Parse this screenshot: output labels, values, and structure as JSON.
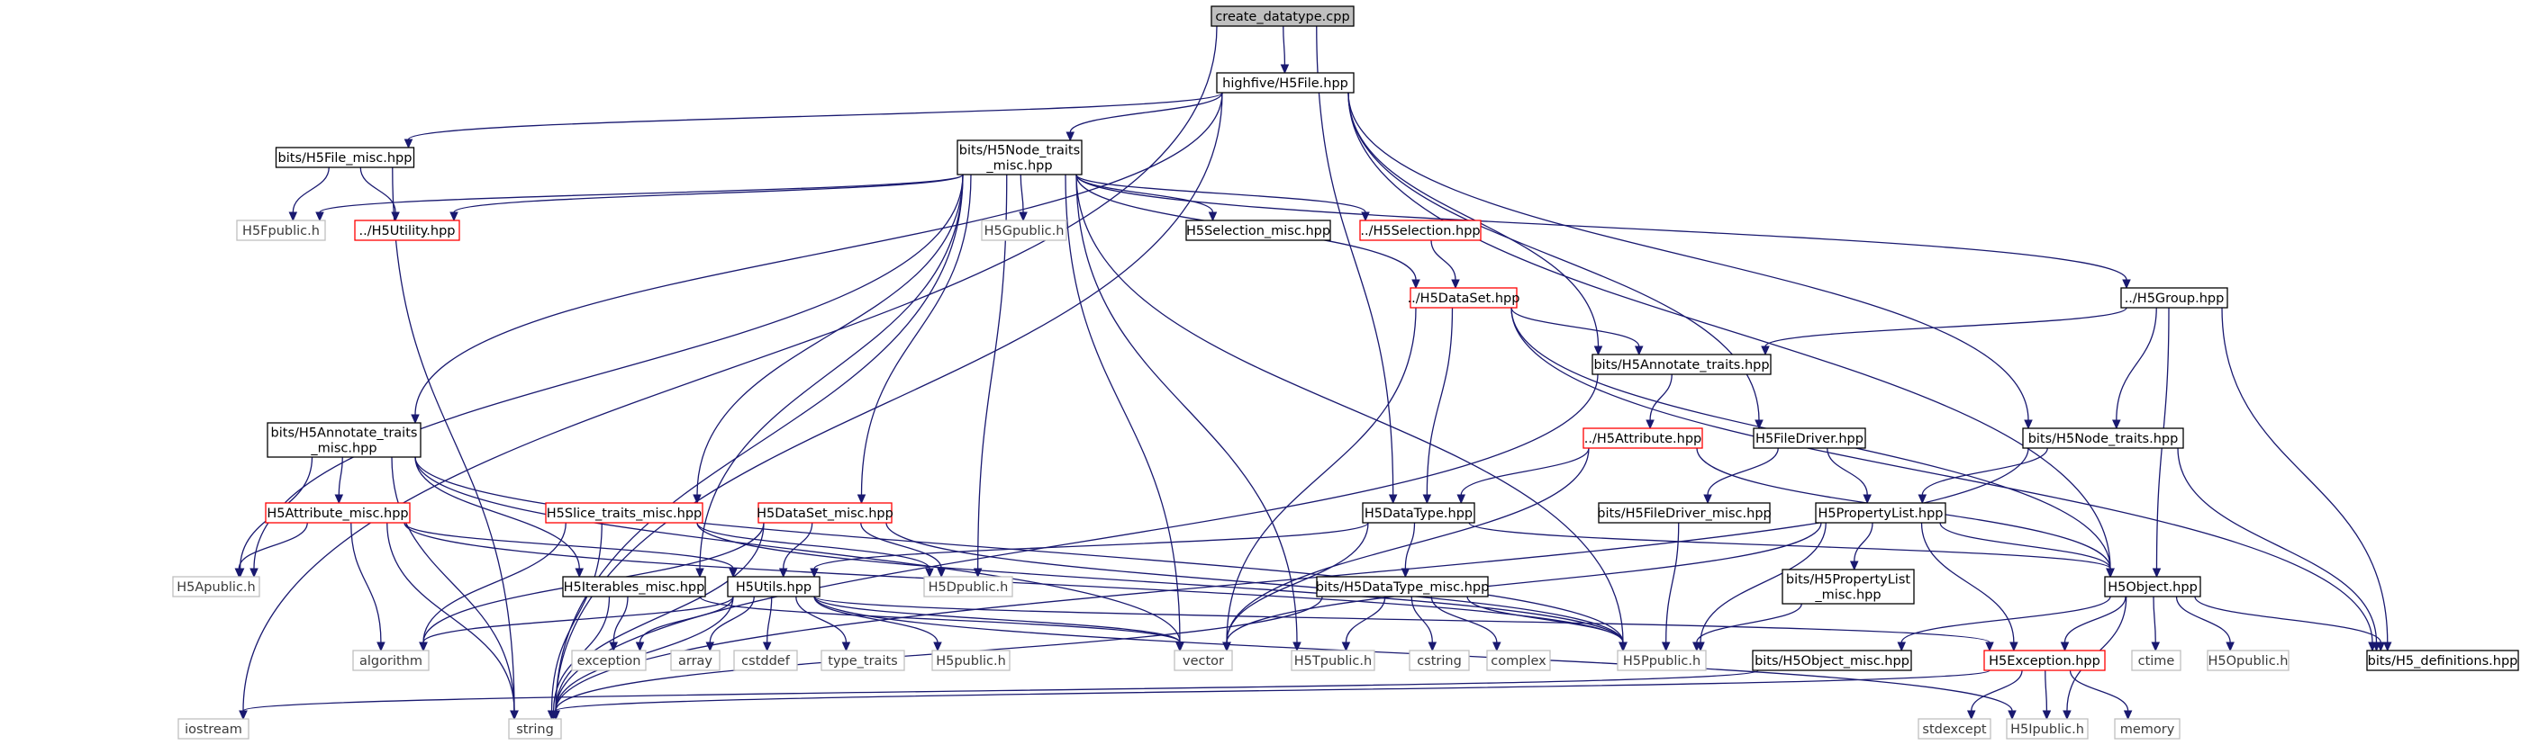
{
  "graph": {
    "title": "create_datatype.cpp",
    "nodes": [
      {
        "id": "create",
        "lines": [
          "create_datatype.cpp"
        ],
        "style": "root"
      },
      {
        "id": "h5file",
        "lines": [
          "highfive/H5File.hpp"
        ],
        "style": "normal"
      },
      {
        "id": "filemisc",
        "lines": [
          "bits/H5File_misc.hpp"
        ],
        "style": "normal"
      },
      {
        "id": "nodetraitsmisc",
        "lines": [
          "bits/H5Node_traits",
          "_misc.hpp"
        ],
        "style": "normal"
      },
      {
        "id": "h5fpublic",
        "lines": [
          "H5Fpublic.h"
        ],
        "style": "ext"
      },
      {
        "id": "h5utility",
        "lines": [
          "../H5Utility.hpp"
        ],
        "style": "red"
      },
      {
        "id": "h5gpublic",
        "lines": [
          "H5Gpublic.h"
        ],
        "style": "ext"
      },
      {
        "id": "selmisc",
        "lines": [
          "H5Selection_misc.hpp"
        ],
        "style": "normal"
      },
      {
        "id": "h5selection",
        "lines": [
          "../H5Selection.hpp"
        ],
        "style": "red"
      },
      {
        "id": "h5dataset",
        "lines": [
          "../H5DataSet.hpp"
        ],
        "style": "red"
      },
      {
        "id": "h5group",
        "lines": [
          "../H5Group.hpp"
        ],
        "style": "normal"
      },
      {
        "id": "annotatetraits",
        "lines": [
          "bits/H5Annotate_traits.hpp"
        ],
        "style": "normal"
      },
      {
        "id": "annotatetraitsmisc",
        "lines": [
          "bits/H5Annotate_traits",
          "_misc.hpp"
        ],
        "style": "normal"
      },
      {
        "id": "h5attribute",
        "lines": [
          "../H5Attribute.hpp"
        ],
        "style": "red"
      },
      {
        "id": "h5filedriver",
        "lines": [
          "H5FileDriver.hpp"
        ],
        "style": "normal"
      },
      {
        "id": "nodetraits",
        "lines": [
          "bits/H5Node_traits.hpp"
        ],
        "style": "normal"
      },
      {
        "id": "attrmisc",
        "lines": [
          "H5Attribute_misc.hpp"
        ],
        "style": "red"
      },
      {
        "id": "slicetraitsmisc",
        "lines": [
          "H5Slice_traits_misc.hpp"
        ],
        "style": "red"
      },
      {
        "id": "datasetmisc",
        "lines": [
          "H5DataSet_misc.hpp"
        ],
        "style": "red"
      },
      {
        "id": "h5datatype",
        "lines": [
          "H5DataType.hpp"
        ],
        "style": "normal"
      },
      {
        "id": "filedrivermisc",
        "lines": [
          "bits/H5FileDriver_misc.hpp"
        ],
        "style": "normal"
      },
      {
        "id": "h5propertylist",
        "lines": [
          "H5PropertyList.hpp"
        ],
        "style": "normal"
      },
      {
        "id": "h5apublic",
        "lines": [
          "H5Apublic.h"
        ],
        "style": "ext"
      },
      {
        "id": "iterablesmisc",
        "lines": [
          "H5Iterables_misc.hpp"
        ],
        "style": "normal"
      },
      {
        "id": "h5utils",
        "lines": [
          "H5Utils.hpp"
        ],
        "style": "normal"
      },
      {
        "id": "h5dpublic",
        "lines": [
          "H5Dpublic.h"
        ],
        "style": "ext"
      },
      {
        "id": "datatypemisc",
        "lines": [
          "bits/H5DataType_misc.hpp"
        ],
        "style": "normal"
      },
      {
        "id": "proplistmisc",
        "lines": [
          "bits/H5PropertyList",
          "_misc.hpp"
        ],
        "style": "normal"
      },
      {
        "id": "h5object",
        "lines": [
          "H5Object.hpp"
        ],
        "style": "normal"
      },
      {
        "id": "algorithm",
        "lines": [
          "algorithm"
        ],
        "style": "ext"
      },
      {
        "id": "exception",
        "lines": [
          "exception"
        ],
        "style": "ext"
      },
      {
        "id": "array",
        "lines": [
          "array"
        ],
        "style": "ext"
      },
      {
        "id": "cstddef",
        "lines": [
          "cstddef"
        ],
        "style": "ext"
      },
      {
        "id": "type_traits",
        "lines": [
          "type_traits"
        ],
        "style": "ext"
      },
      {
        "id": "h5public",
        "lines": [
          "H5public.h"
        ],
        "style": "ext"
      },
      {
        "id": "vector",
        "lines": [
          "vector"
        ],
        "style": "ext"
      },
      {
        "id": "h5tpublic",
        "lines": [
          "H5Tpublic.h"
        ],
        "style": "ext"
      },
      {
        "id": "cstring",
        "lines": [
          "cstring"
        ],
        "style": "ext"
      },
      {
        "id": "complex",
        "lines": [
          "complex"
        ],
        "style": "ext"
      },
      {
        "id": "h5ppublic",
        "lines": [
          "H5Ppublic.h"
        ],
        "style": "ext"
      },
      {
        "id": "objectmisc",
        "lines": [
          "bits/H5Object_misc.hpp"
        ],
        "style": "normal"
      },
      {
        "id": "h5exception",
        "lines": [
          "H5Exception.hpp"
        ],
        "style": "red"
      },
      {
        "id": "ctime",
        "lines": [
          "ctime"
        ],
        "style": "ext"
      },
      {
        "id": "h5opublic",
        "lines": [
          "H5Opublic.h"
        ],
        "style": "ext"
      },
      {
        "id": "h5definitions",
        "lines": [
          "bits/H5_definitions.hpp"
        ],
        "style": "normal"
      },
      {
        "id": "iostream",
        "lines": [
          "iostream"
        ],
        "style": "ext"
      },
      {
        "id": "string",
        "lines": [
          "string"
        ],
        "style": "ext"
      },
      {
        "id": "stdexcept",
        "lines": [
          "stdexcept"
        ],
        "style": "ext"
      },
      {
        "id": "h5ipublic",
        "lines": [
          "H5Ipublic.h"
        ],
        "style": "ext"
      },
      {
        "id": "memory",
        "lines": [
          "memory"
        ],
        "style": "ext"
      }
    ],
    "edges": [
      [
        "create",
        "h5file"
      ],
      [
        "create",
        "h5datatype"
      ],
      [
        "create",
        "iostream"
      ],
      [
        "h5file",
        "filemisc"
      ],
      [
        "h5file",
        "nodetraitsmisc"
      ],
      [
        "h5file",
        "annotatetraitsmisc"
      ],
      [
        "h5file",
        "string"
      ],
      [
        "h5file",
        "annotatetraits"
      ],
      [
        "h5file",
        "h5filedriver"
      ],
      [
        "h5file",
        "nodetraits"
      ],
      [
        "h5file",
        "h5object"
      ],
      [
        "filemisc",
        "h5fpublic"
      ],
      [
        "filemisc",
        "h5utility"
      ],
      [
        "filemisc",
        "string"
      ],
      [
        "nodetraitsmisc",
        "h5fpublic"
      ],
      [
        "nodetraitsmisc",
        "h5utility"
      ],
      [
        "nodetraitsmisc",
        "h5gpublic"
      ],
      [
        "nodetraitsmisc",
        "selmisc"
      ],
      [
        "nodetraitsmisc",
        "h5selection"
      ],
      [
        "nodetraitsmisc",
        "h5dataset"
      ],
      [
        "nodetraitsmisc",
        "h5group"
      ],
      [
        "nodetraitsmisc",
        "h5apublic"
      ],
      [
        "nodetraitsmisc",
        "iterablesmisc"
      ],
      [
        "nodetraitsmisc",
        "slicetraitsmisc"
      ],
      [
        "nodetraitsmisc",
        "datasetmisc"
      ],
      [
        "nodetraitsmisc",
        "h5dpublic"
      ],
      [
        "nodetraitsmisc",
        "vector"
      ],
      [
        "nodetraitsmisc",
        "string"
      ],
      [
        "nodetraitsmisc",
        "h5tpublic"
      ],
      [
        "nodetraitsmisc",
        "h5ppublic"
      ],
      [
        "h5selection",
        "h5dataset"
      ],
      [
        "h5dataset",
        "annotatetraits"
      ],
      [
        "h5dataset",
        "h5datatype"
      ],
      [
        "h5dataset",
        "vector"
      ],
      [
        "h5dataset",
        "h5object"
      ],
      [
        "h5dataset",
        "h5definitions"
      ],
      [
        "h5group",
        "annotatetraits"
      ],
      [
        "h5group",
        "nodetraits"
      ],
      [
        "h5group",
        "h5object"
      ],
      [
        "h5group",
        "h5definitions"
      ],
      [
        "annotatetraits",
        "h5attribute"
      ],
      [
        "annotatetraits",
        "string"
      ],
      [
        "h5attribute",
        "h5datatype"
      ],
      [
        "h5attribute",
        "h5object"
      ],
      [
        "h5attribute",
        "vector"
      ],
      [
        "annotatetraitsmisc",
        "h5apublic"
      ],
      [
        "annotatetraitsmisc",
        "attrmisc"
      ],
      [
        "annotatetraitsmisc",
        "iterablesmisc"
      ],
      [
        "annotatetraitsmisc",
        "string"
      ],
      [
        "annotatetraitsmisc",
        "vector"
      ],
      [
        "annotatetraitsmisc",
        "h5ppublic"
      ],
      [
        "attrmisc",
        "h5apublic"
      ],
      [
        "attrmisc",
        "algorithm"
      ],
      [
        "attrmisc",
        "string"
      ],
      [
        "attrmisc",
        "h5utils"
      ],
      [
        "attrmisc",
        "h5ppublic"
      ],
      [
        "slicetraitsmisc",
        "algorithm"
      ],
      [
        "slicetraitsmisc",
        "h5dpublic"
      ],
      [
        "slicetraitsmisc",
        "string"
      ],
      [
        "slicetraitsmisc",
        "h5ppublic"
      ],
      [
        "datasetmisc",
        "algorithm"
      ],
      [
        "datasetmisc",
        "h5dpublic"
      ],
      [
        "datasetmisc",
        "h5utils"
      ],
      [
        "datasetmisc",
        "string"
      ],
      [
        "datasetmisc",
        "h5ppublic"
      ],
      [
        "h5datatype",
        "h5utils"
      ],
      [
        "h5datatype",
        "datatypemisc"
      ],
      [
        "h5datatype",
        "h5object"
      ],
      [
        "h5datatype",
        "vector"
      ],
      [
        "h5filedriver",
        "h5propertylist"
      ],
      [
        "h5filedriver",
        "filedrivermisc"
      ],
      [
        "filedrivermisc",
        "h5ppublic"
      ],
      [
        "nodetraits",
        "h5propertylist"
      ],
      [
        "nodetraits",
        "string"
      ],
      [
        "nodetraits",
        "h5definitions"
      ],
      [
        "h5propertylist",
        "proplistmisc"
      ],
      [
        "h5propertylist",
        "h5object"
      ],
      [
        "h5propertylist",
        "h5exception"
      ],
      [
        "h5propertylist",
        "vector"
      ],
      [
        "h5propertylist",
        "h5ppublic"
      ],
      [
        "proplistmisc",
        "h5ppublic"
      ],
      [
        "iterablesmisc",
        "exception"
      ],
      [
        "iterablesmisc",
        "string"
      ],
      [
        "iterablesmisc",
        "vector"
      ],
      [
        "h5utils",
        "algorithm"
      ],
      [
        "h5utils",
        "array"
      ],
      [
        "h5utils",
        "cstddef"
      ],
      [
        "h5utils",
        "exception"
      ],
      [
        "h5utils",
        "type_traits"
      ],
      [
        "h5utils",
        "h5public"
      ],
      [
        "h5utils",
        "vector"
      ],
      [
        "h5utils",
        "string"
      ],
      [
        "h5utils",
        "h5exception"
      ],
      [
        "h5utils",
        "h5ipublic"
      ],
      [
        "datatypemisc",
        "h5tpublic"
      ],
      [
        "datatypemisc",
        "cstring"
      ],
      [
        "datatypemisc",
        "complex"
      ],
      [
        "datatypemisc",
        "string"
      ],
      [
        "datatypemisc",
        "h5ppublic"
      ],
      [
        "h5object",
        "objectmisc"
      ],
      [
        "h5object",
        "h5exception"
      ],
      [
        "h5object",
        "ctime"
      ],
      [
        "h5object",
        "h5opublic"
      ],
      [
        "h5object",
        "h5ipublic"
      ],
      [
        "h5object",
        "h5definitions"
      ],
      [
        "objectmisc",
        "iostream"
      ],
      [
        "h5exception",
        "stdexcept"
      ],
      [
        "h5exception",
        "h5ipublic"
      ],
      [
        "h5exception",
        "memory"
      ],
      [
        "h5exception",
        "string"
      ]
    ]
  },
  "colors": {
    "edge": "#191970",
    "normal_border": "#000000",
    "red_border": "#ff0000",
    "ext_border": "#bfbfbf",
    "ext_text": "#3a3a3a",
    "root_fill": "#bfbfbf",
    "text": "#000000"
  }
}
